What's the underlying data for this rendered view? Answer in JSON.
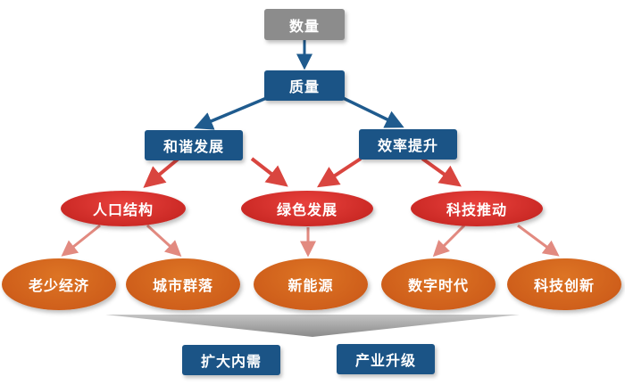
{
  "colors": {
    "gray_box": "#8c8c8c",
    "blue_box": "#1b5486",
    "red_ellipse": "#d9302c",
    "orange_ellipse": "#d4651f",
    "blue_arrow": "#1f5b8e",
    "pink_arrow": "#e28a80",
    "base_bar": "#9a9a9a"
  },
  "top": {
    "label": "数量"
  },
  "quality": {
    "label": "质量"
  },
  "pillars": [
    {
      "label": "和谐发展"
    },
    {
      "label": "效率提升"
    }
  ],
  "drivers": [
    {
      "label": "人口结构"
    },
    {
      "label": "绿色发展"
    },
    {
      "label": "科技推动"
    }
  ],
  "outcomes": [
    {
      "label": "老少经济"
    },
    {
      "label": "城市群落"
    },
    {
      "label": "新能源"
    },
    {
      "label": "数字时代"
    },
    {
      "label": "科技创新"
    }
  ],
  "foundation": [
    {
      "label": "扩大内需"
    },
    {
      "label": "产业升级"
    }
  ]
}
